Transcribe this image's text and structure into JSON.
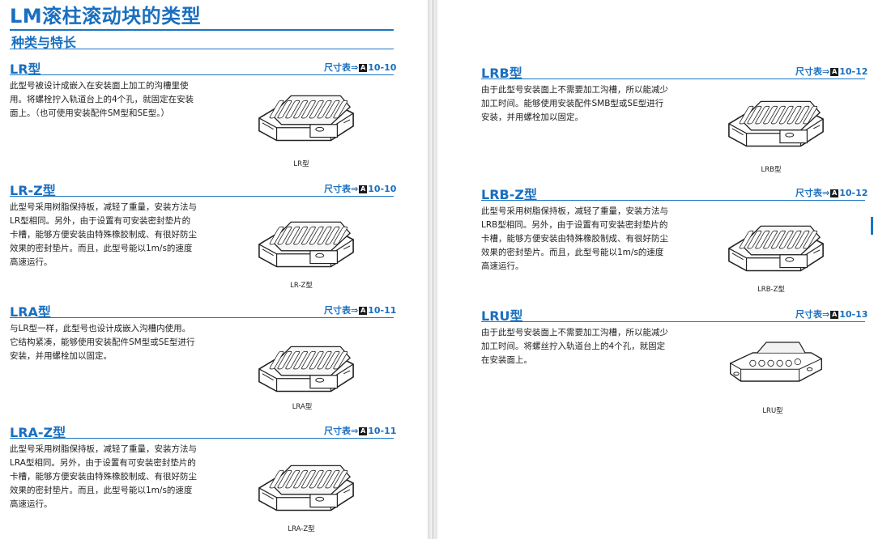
{
  "main_title": "LM滚柱滚动块的类型",
  "section_title": "种类与特长",
  "ref_prefix": "尺寸表⇒",
  "ref_box": "A",
  "blocks": [
    {
      "name": "LR型",
      "ref": "10-10",
      "caption": "LR型",
      "desc": "此型号被设计成嵌入在安装面上加工的沟槽里使用。将螺栓拧入轨道台上的4个孔，就固定在安装面上。（也可使用安装配件SM型和SE型。）"
    },
    {
      "name": "LR-Z型",
      "ref": "10-10",
      "caption": "LR-Z型",
      "desc": "此型号采用树脂保持板，减轻了重量，安装方法与LR型相同。另外，由于设置有可安装密封垫片的卡槽，能够方便安装由特殊橡胶制成、有很好防尘效果的密封垫片。而且，此型号能以1m/s的速度高速运行。"
    },
    {
      "name": "LRA型",
      "ref": "10-11",
      "caption": "LRA型",
      "desc": "与LR型一样，此型号也设计成嵌入沟槽内使用。它结构紧凑，能够使用安装配件SM型或SE型进行安装，并用螺栓加以固定。"
    },
    {
      "name": "LRA-Z型",
      "ref": "10-11",
      "caption": "LRA-Z型",
      "desc": "此型号采用树脂保持板，减轻了重量，安装方法与LRA型相同。另外，由于设置有可安装密封垫片的卡槽，能够方便安装由特殊橡胶制成、有很好防尘效果的密封垫片。而且，此型号能以1m/s的速度高速运行。"
    },
    {
      "name": "LRB型",
      "ref": "10-12",
      "caption": "LRB型",
      "desc": "由于此型号安装面上不需要加工沟槽，所以能减少加工时间。能够使用安装配件SMB型或SE型进行安装，并用螺栓加以固定。"
    },
    {
      "name": "LRB-Z型",
      "ref": "10-12",
      "caption": "LRB-Z型",
      "desc": "此型号采用树脂保持板，减轻了重量，安装方法与LRB型相同。另外，由于设置有可安装密封垫片的卡槽，能够方便安装由特殊橡胶制成、有很好防尘效果的密封垫片。而且，此型号能以1m/s的速度高速运行。"
    },
    {
      "name": "LRU型",
      "ref": "10-13",
      "caption": "LRU型",
      "desc": "由于此型号安装面上不需要加工沟槽，所以能减少加工时间。将螺丝拧入轨道台上的4个孔，就固定在安装面上。"
    }
  ]
}
